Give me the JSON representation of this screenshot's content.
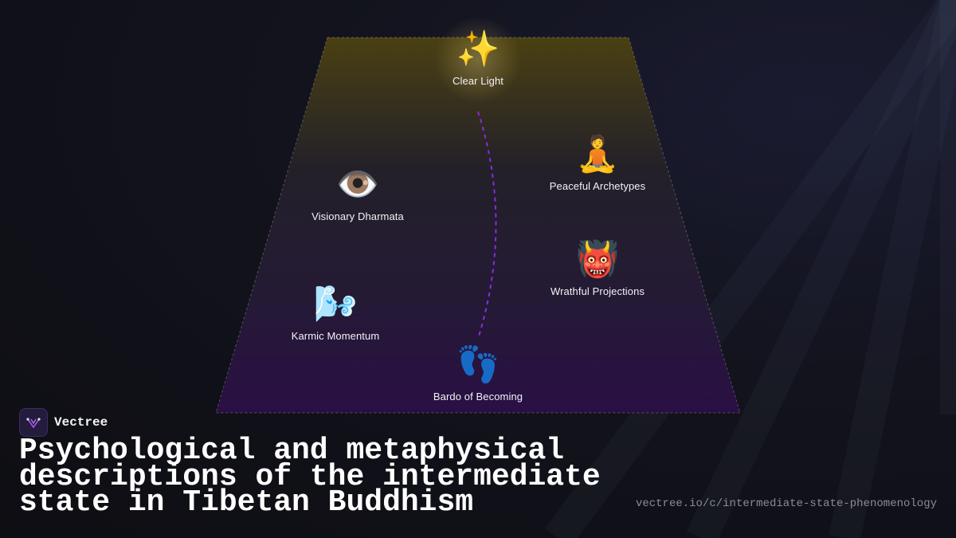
{
  "diagram": {
    "nodes": [
      {
        "id": "clear-light",
        "icon": "sparkles-icon",
        "emoji": "✨",
        "label": "Clear Light"
      },
      {
        "id": "peaceful-archetypes",
        "icon": "meditating-person-icon",
        "emoji": "🧘",
        "label": "Peaceful Archetypes"
      },
      {
        "id": "visionary-dharmata",
        "icon": "eye-icon",
        "emoji": "👁️",
        "label": "Visionary Dharmata"
      },
      {
        "id": "wrathful-projections",
        "icon": "ogre-mask-icon",
        "emoji": "👹",
        "label": "Wrathful Projections"
      },
      {
        "id": "karmic-momentum",
        "icon": "wind-icon",
        "emoji": "🌬️",
        "label": "Karmic Momentum"
      },
      {
        "id": "bardo-of-becoming",
        "icon": "footprints-icon",
        "emoji": "👣",
        "label": "Bardo of Becoming"
      }
    ],
    "path": {
      "from": "clear-light",
      "to": "bardo-of-becoming",
      "style": "dashed",
      "color": "#8a2be2"
    },
    "colors": {
      "top": "#4a4012",
      "bottom": "#2a0f45",
      "accent": "#8a2be2"
    }
  },
  "brand": {
    "name": "Vectree",
    "logo_icon": "vectree-logo-icon"
  },
  "title": "Psychological and metaphysical descriptions of the intermediate state in Tibetan Buddhism",
  "url": "vectree.io/c/intermediate-state-phenomenology"
}
